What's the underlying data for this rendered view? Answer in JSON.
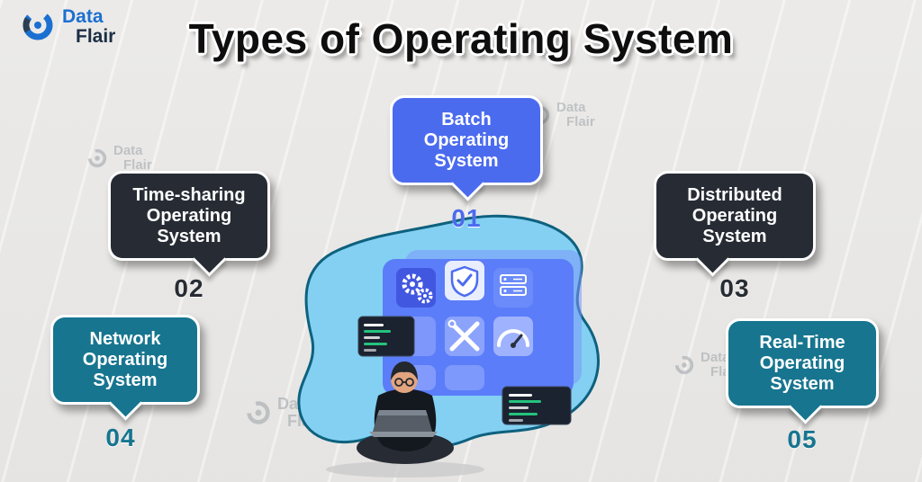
{
  "title": "Types of Operating System",
  "logo": {
    "line1": "Data",
    "line2": "Flair"
  },
  "watermark": {
    "line1": "Data",
    "line2": "Flair"
  },
  "nodes": [
    {
      "id": "01",
      "label": "Batch Operating System",
      "color": "#4b6bef"
    },
    {
      "id": "02",
      "label": "Time-sharing Operating System",
      "color": "#272c34"
    },
    {
      "id": "03",
      "label": "Distributed Operating System",
      "color": "#272c34"
    },
    {
      "id": "04",
      "label": "Network Operating System",
      "color": "#17758f"
    },
    {
      "id": "05",
      "label": "Real-Time Operating System",
      "color": "#17758f"
    }
  ],
  "colors": {
    "background": "#ecebe9",
    "blue_bubble": "#4b6bef",
    "dark_bubble": "#272c34",
    "teal_bubble": "#17758f",
    "blob": "#83d0f2",
    "blob_outline": "#0e617e",
    "app_panel": "#5b7df9",
    "code_window": "#1b2230",
    "code_green": "#24c37e"
  },
  "illustration": {
    "icons": [
      "gears-icon",
      "shield-check-icon",
      "server-icon",
      "tools-icon",
      "gauge-icon",
      "code-window",
      "code-window",
      "person-with-laptop"
    ]
  }
}
